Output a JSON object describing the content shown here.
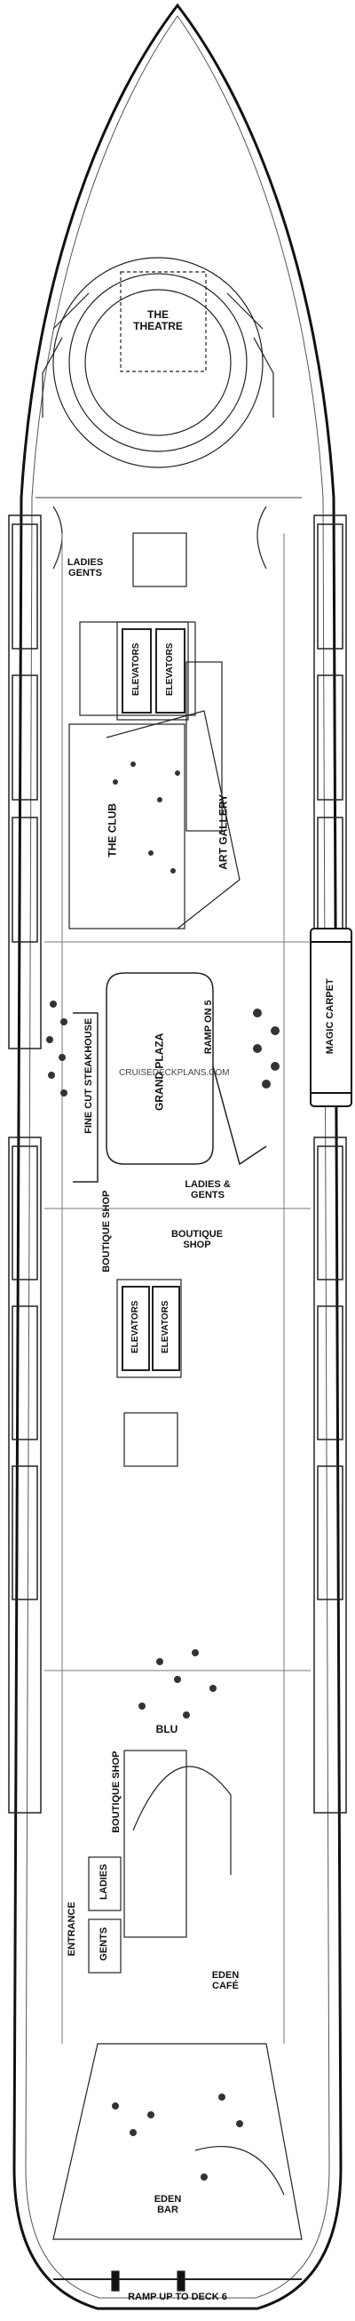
{
  "labels": {
    "theatre": "THE\nTHEATRE",
    "ladies_gents_fwd": "LADIES\nGENTS",
    "elevators_fwd_1": "ELEVATORS",
    "elevators_fwd_2": "ELEVATORS",
    "the_club": "THE CLUB",
    "art_gallery": "ART GALLERY",
    "magic_carpet": "MAGIC CARPET",
    "fine_cut": "FINE CUT STEAKHOUSE",
    "grand_plaza": "GRAND PLAZA",
    "ramp_on_5": "RAMP ON 5",
    "ladies_gents_mid": "LADIES &\nGENTS",
    "boutique_shop_left": "BOUTIQUE SHOP",
    "boutique_shop_right": "BOUTIQUE\nSHOP",
    "elevators_mid_1": "ELEVATORS",
    "elevators_mid_2": "ELEVATORS",
    "blu": "BLU",
    "boutique_shop_aft": "BOUTIQUE\nSHOP",
    "ladies_aft": "LADIES",
    "gents_aft": "GENTS",
    "entrance": "ENTRANCE",
    "eden_cafe": "EDEN\nCAFÉ",
    "eden_bar": "EDEN\nBAR",
    "ramp_up": "RAMP UP TO DECK 6",
    "watermark": "CRUISEDECKPLANS.COM"
  }
}
